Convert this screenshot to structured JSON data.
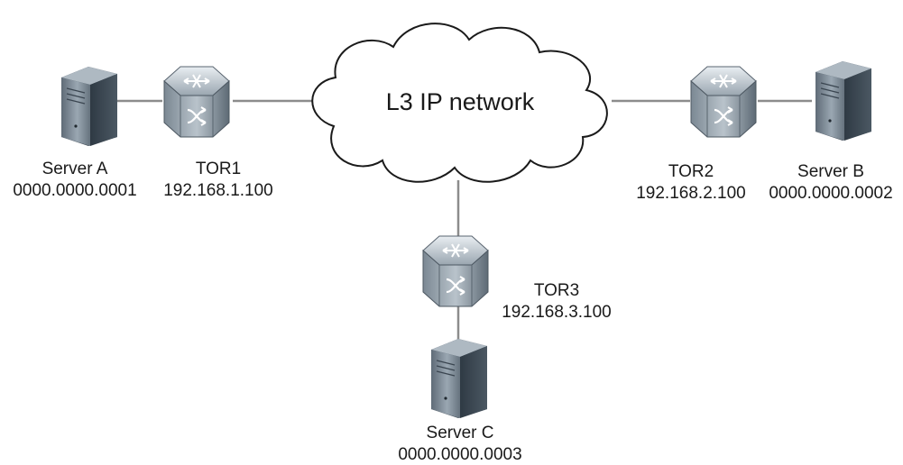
{
  "network": {
    "name": "L3 IP network"
  },
  "servers": {
    "a": {
      "name": "Server A",
      "mac": "0000.0000.0001"
    },
    "b": {
      "name": "Server B",
      "mac": "0000.0000.0002"
    },
    "c": {
      "name": "Server C",
      "mac": "0000.0000.0003"
    }
  },
  "switches": {
    "tor1": {
      "name": "TOR1",
      "ip": "192.168.1.100"
    },
    "tor2": {
      "name": "TOR2",
      "ip": "192.168.2.100"
    },
    "tor3": {
      "name": "TOR3",
      "ip": "192.168.3.100"
    }
  },
  "colors": {
    "link": "#8c8c8c",
    "device_body": "#4a5560",
    "device_highlight": "#cfd6dc",
    "cloud_outline": "#1a1a1a"
  },
  "icons": {
    "server": "server-icon",
    "switch": "switch-icon",
    "network": "cloud-icon"
  }
}
